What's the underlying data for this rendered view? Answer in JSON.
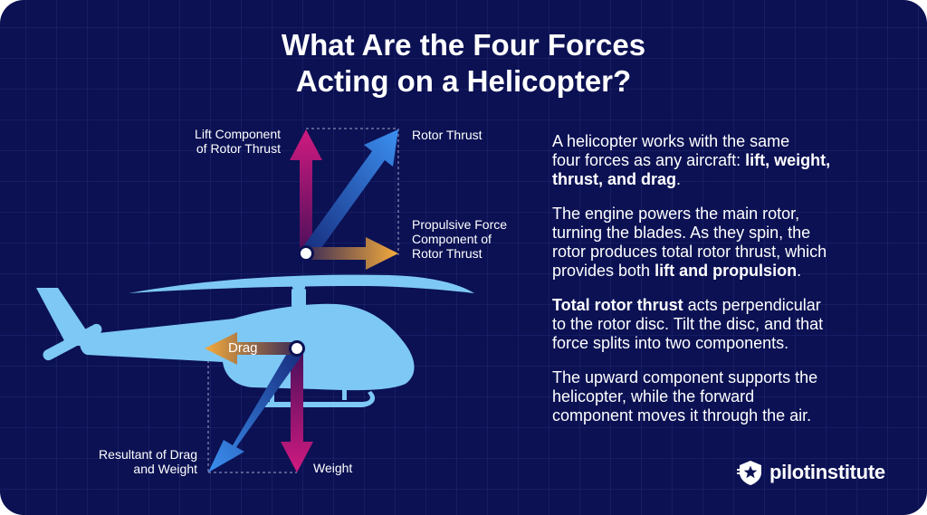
{
  "title": {
    "line1": "What Are the Four Forces",
    "line2": "Acting on a Helicopter?"
  },
  "labels": {
    "lift": [
      "Lift Component",
      "of Rotor Thrust"
    ],
    "rotor_thrust": "Rotor Thrust",
    "propulsive": [
      "Propulsive Force",
      "Component of",
      "Rotor Thrust"
    ],
    "drag": "Drag",
    "resultant": [
      "Resultant of Drag",
      "and Weight"
    ],
    "weight": "Weight"
  },
  "paragraphs": {
    "p1": {
      "line1": "A helicopter works with the same",
      "line2_plain": "four forces as any aircraft: ",
      "line2_bold": "lift, weight,",
      "line3_bold": "thrust, and drag",
      "line3_plain": "."
    },
    "p2": {
      "line1": "The engine powers the main rotor,",
      "line2": "turning the blades. As they spin, the",
      "line3": "rotor produces total rotor thrust, which",
      "line4_plain": "provides both ",
      "line4_bold": "lift and propulsion",
      "line4_end": "."
    },
    "p3": {
      "line1_bold": "Total rotor thrust",
      "line1_plain": " acts perpendicular",
      "line2": "to the rotor disc. Tilt the disc, and that",
      "line3": "force splits into two components."
    },
    "p4": {
      "line1": "The upward component supports the",
      "line2": "helicopter, while the forward",
      "line3": "component moves it through the air."
    }
  },
  "logo": {
    "text": "pilotinstitute",
    "icon": "star-shield-icon"
  },
  "colors": {
    "background": "#0b1153",
    "helicopter": "#7ec8f5",
    "lift_weight": "#c8197b",
    "thrust_resultant": "#2f7fdc",
    "propulsive_drag": "#f2a93b"
  }
}
